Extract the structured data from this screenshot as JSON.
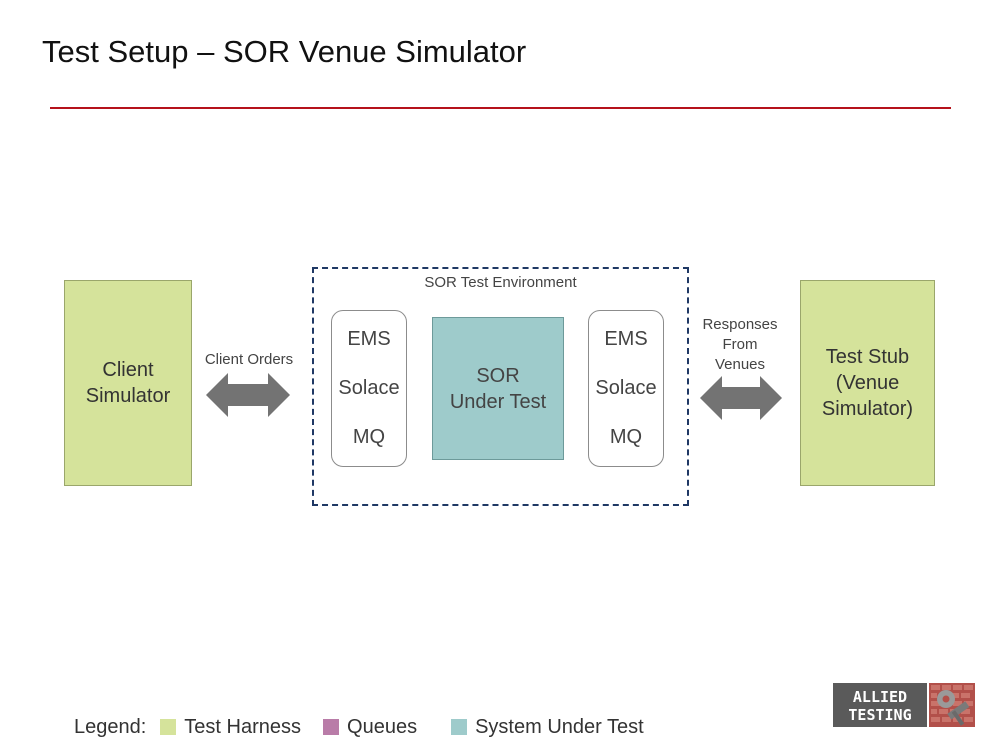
{
  "title": "Test Setup – SOR Venue Simulator",
  "client_simulator": {
    "label": "Client\nSimulator"
  },
  "test_stub": {
    "label": "Test Stub\n(Venue\nSimulator)"
  },
  "environment": {
    "label": "SOR Test Environment"
  },
  "queues_left": [
    "EMS",
    "Solace",
    "MQ"
  ],
  "queues_right": [
    "EMS",
    "Solace",
    "MQ"
  ],
  "system_under_test": {
    "label": "SOR\nUnder Test"
  },
  "arrows": {
    "client_orders": "Client Orders",
    "responses": "Responses\nFrom\nVenues"
  },
  "legend": {
    "prefix": "Legend:",
    "items": [
      {
        "label": "Test Harness",
        "color": "#d5e39b"
      },
      {
        "label": "Queues",
        "color": "#b97ca8"
      },
      {
        "label": "System Under Test",
        "color": "#9ecbcb"
      }
    ]
  },
  "logo": {
    "line1": "ALLIED",
    "line2": "TESTING"
  },
  "colors": {
    "rule": "#b5121b",
    "environment_border": "#1f3864",
    "arrow": "#737373"
  }
}
